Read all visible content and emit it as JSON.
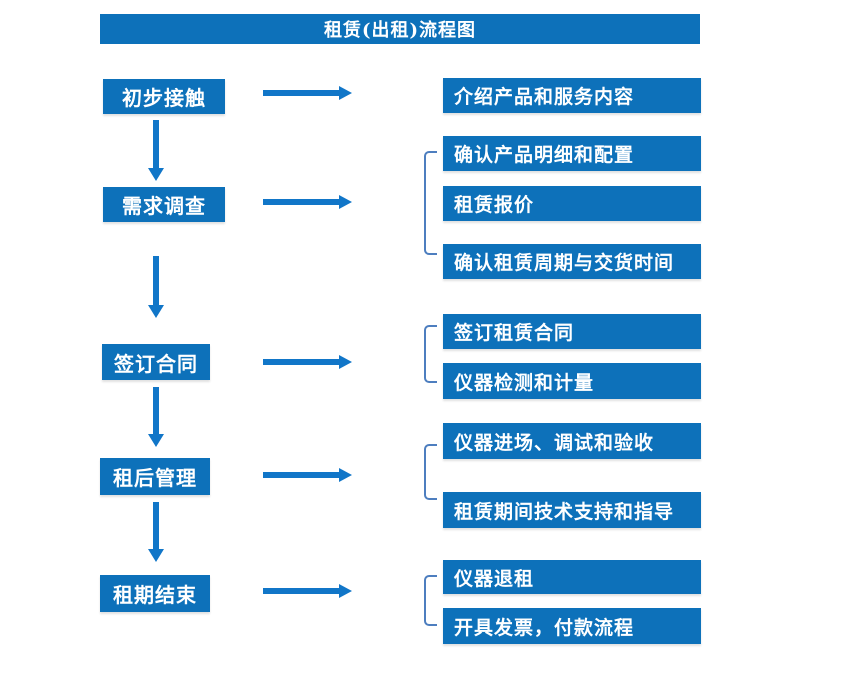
{
  "title": "租赁(出租)流程图",
  "colors": {
    "box_blue": "#0d71ba",
    "arrow_blue": "#1176c8",
    "bracket_blue": "#4d7ebf",
    "text_white": "#ffffff",
    "background": "#ffffff"
  },
  "stages": [
    {
      "label": "初步接触",
      "details": [
        "介绍产品和服务内容"
      ]
    },
    {
      "label": "需求调查",
      "details": [
        "确认产品明细和配置",
        "租赁报价",
        "确认租赁周期与交货时间"
      ]
    },
    {
      "label": "签订合同",
      "details": [
        "签订租赁合同",
        "仪器检测和计量"
      ]
    },
    {
      "label": "租后管理",
      "details": [
        "仪器进场、调试和验收",
        "租赁期间技术支持和指导"
      ]
    },
    {
      "label": "租期结束",
      "details": [
        "仪器退租",
        "开具发票，付款流程"
      ]
    }
  ]
}
